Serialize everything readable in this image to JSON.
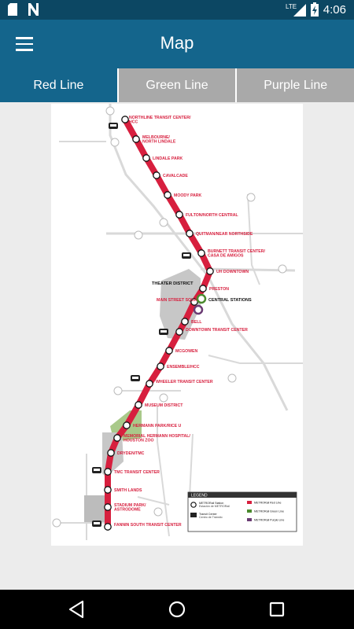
{
  "status_bar": {
    "time": "4:06",
    "network": "LTE",
    "icons": [
      "sd-card-icon",
      "n-notification-icon",
      "lte-signal-icon",
      "battery-charging-icon"
    ]
  },
  "app_bar": {
    "title": "Map",
    "menu_icon": "hamburger-menu-icon"
  },
  "tabs": [
    {
      "label": "Red Line",
      "active": true
    },
    {
      "label": "Green Line",
      "active": false
    },
    {
      "label": "Purple Line",
      "active": false
    }
  ],
  "map": {
    "line_color": "#d71f3e",
    "stations": [
      {
        "label": "NORTHLINE TRANSIT CENTER/HCC"
      },
      {
        "label": "MELBOURNE/ NORTH LINDALE"
      },
      {
        "label": "LINDALE PARK"
      },
      {
        "label": "CAVALCADE"
      },
      {
        "label": "MOODY PARK"
      },
      {
        "label": "FULTON/NORTH CENTRAL"
      },
      {
        "label": "QUITMAN/NEAR NORTHSIDE"
      },
      {
        "label": "BURNETT TRANSIT CENTER/ CASA DE AMIGOS"
      },
      {
        "label": "UH DOWNTOWN"
      },
      {
        "label": "PRESTON"
      },
      {
        "label": "MAIN STREET SQUARE"
      },
      {
        "label": "BELL"
      },
      {
        "label": "DOWNTOWN TRANSIT CENTER"
      },
      {
        "label": "MCGOWEN"
      },
      {
        "label": "ENSEMBLE/HCC"
      },
      {
        "label": "WHEELER TRANSIT CENTER"
      },
      {
        "label": "MUSEUM DISTRICT"
      },
      {
        "label": "HERMANN PARK/RICE U"
      },
      {
        "label": "MEMORIAL HERMANN HOSPITAL/ HOUSTON ZOO"
      },
      {
        "label": "DRYDEN/TMC"
      },
      {
        "label": "TMC TRANSIT CENTER"
      },
      {
        "label": "SMITH LANDS"
      },
      {
        "label": "STADIUM PARK/ ASTRODOME"
      },
      {
        "label": "FANNIN SOUTH TRANSIT CENTER"
      }
    ],
    "theater_district": "THEATER DISTRICT",
    "central_stations": "CENTRAL STATIONS",
    "legend": {
      "title": "LEGEND",
      "items": [
        {
          "label": "METRORail Station",
          "sub": "Estación de METRORail"
        },
        {
          "label": "Transit Center",
          "sub": "Centro de Tránsito"
        }
      ],
      "lines": [
        {
          "label": "METRORail Red Line",
          "color": "#d71f3e"
        },
        {
          "label": "METRORail Green Line",
          "color": "#4b8a2e"
        },
        {
          "label": "METRORail Purple Line",
          "color": "#6a3b73"
        }
      ]
    }
  },
  "nav": {
    "back": "back-triangle-icon",
    "home": "home-circle-icon",
    "recents": "recents-square-icon"
  }
}
